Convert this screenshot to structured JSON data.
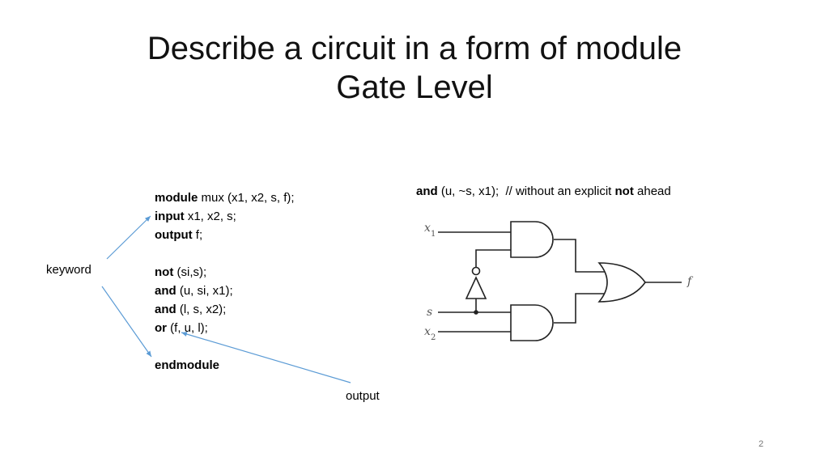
{
  "slide": {
    "title_line1": "Describe a circuit in a form of module",
    "title_line2": "Gate Level",
    "slide_number": "2"
  },
  "code": {
    "lines": [
      {
        "kw": "module",
        "rest": " mux (x1, x2, s, f);"
      },
      {
        "kw": "input",
        "rest": " x1, x2, s;"
      },
      {
        "kw": "output",
        "rest": " f;"
      },
      {
        "kw": "",
        "rest": ""
      },
      {
        "kw": "not",
        "rest": " (si,s);"
      },
      {
        "kw": "and",
        "rest": " (u, si, x1);"
      },
      {
        "kw": "and",
        "rest": " (l, s, x2);"
      },
      {
        "kw": "or",
        "rest": " (f, u, l);"
      },
      {
        "kw": "",
        "rest": ""
      },
      {
        "kw": "endmodule",
        "rest": ""
      }
    ]
  },
  "annotations": {
    "keyword_label": "keyword",
    "output_label": "output",
    "arrow_color": "#5b9bd5"
  },
  "caption": {
    "kw1": "and",
    "mid": " (u, ~s, x1);  // without an explicit ",
    "kw2": "not",
    "end": " ahead"
  },
  "circuit": {
    "x1_label": "x",
    "x1_sub": "1",
    "s_label": "s",
    "x2_label": "x",
    "x2_sub": "2",
    "f_label": "f"
  }
}
